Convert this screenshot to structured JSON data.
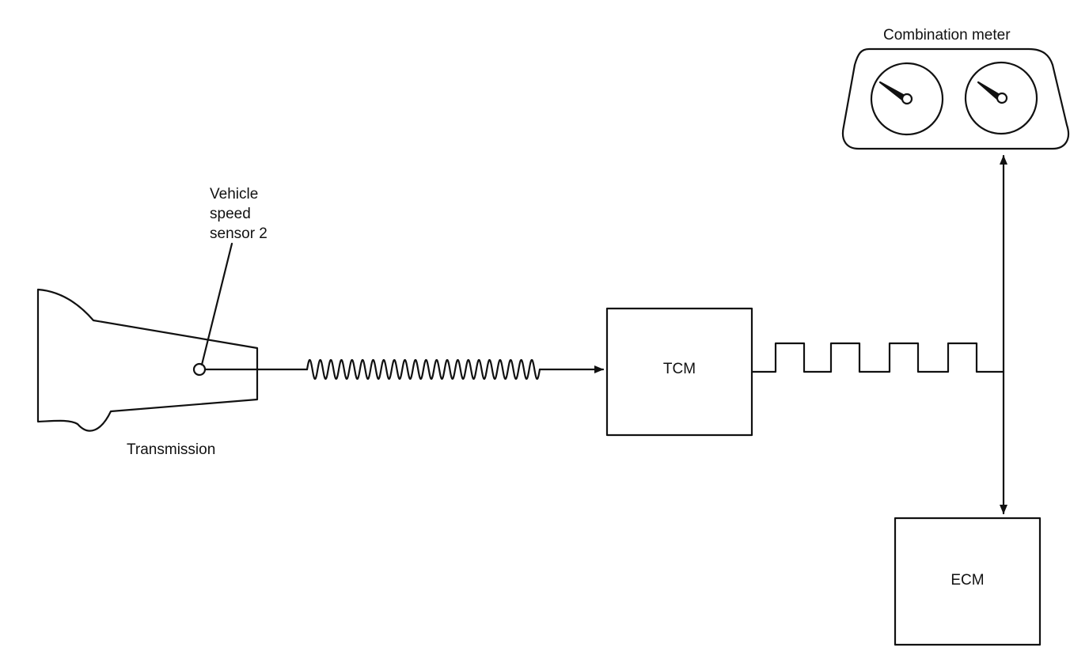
{
  "labels": {
    "combination_meter": "Combination meter",
    "sensor_line1": "Vehicle",
    "sensor_line2": "speed",
    "sensor_line3": "sensor 2",
    "transmission": "Transmission",
    "tcm": "TCM",
    "ecm": "ECM"
  },
  "colors": {
    "line": "#111111",
    "background": "#ffffff"
  }
}
